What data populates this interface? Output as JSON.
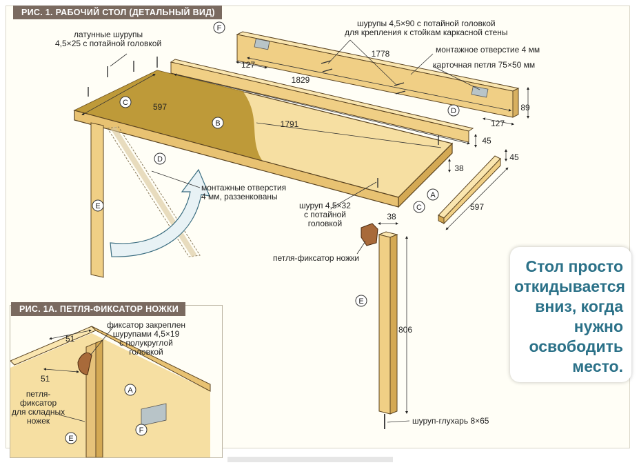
{
  "figure_main": {
    "title": "РИС. 1. РАБОЧИЙ СТОЛ (ДЕТАЛЬНЫЙ ВИД)",
    "labels": {
      "brass_screws": "латунные шурупы\n4,5×25 с потайной головкой",
      "wall_screws": "шурупы 4,5×90 с потайной головкой\nдля крепления к стойкам каркасной стены",
      "mount_hole": "монтажное отверстие 4 мм",
      "card_hinge": "карточная петля 75×50 мм",
      "countersunk_holes": "монтажные отверстия\n4 мм, раззенкованы",
      "screw_32": "шуруп 4,5×32\nс потайной\nголовкой",
      "leg_lock": "петля-фиксатор ножки",
      "lag_screw": "шуруп-глухарь 8×65"
    },
    "dimensions": {
      "d1778": "1778",
      "d127a": "127",
      "d1829": "1829",
      "d89": "89",
      "d127b": "127",
      "d597a": "597",
      "d1791": "1791",
      "d45a": "45",
      "d38a": "38",
      "d45b": "45",
      "d597b": "597",
      "d38b": "38",
      "d806": "806"
    },
    "parts": {
      "A": "A",
      "B": "B",
      "C": "C",
      "D": "D",
      "E": "E",
      "F": "F"
    }
  },
  "figure_inset": {
    "title": "РИС. 1А. ПЕТЛЯ-ФИКСАТОР НОЖКИ",
    "labels": {
      "fastener": "фиксатор закреплен\nшурупами 4,5×19\nс полукруглой\nголовкой",
      "hinge_lock": "петля-\nфиксатор\nдля складных\nножек"
    },
    "dimensions": {
      "d51a": "51",
      "d51b": "51"
    },
    "parts": {
      "A": "A",
      "E": "E",
      "F": "F"
    }
  },
  "callout": {
    "text": "Стол просто\nоткидывается\nвниз, когда\nнужно\nосвободить\nместо."
  },
  "colors": {
    "wood_light": "#f3d99a",
    "wood_mid": "#e6c27a",
    "plywood_dark": "#b8922e",
    "edge": "#5a4320",
    "callout_text": "#2b7188",
    "arrow": "#e8f2f5",
    "title_bg": "#7a6a60"
  }
}
